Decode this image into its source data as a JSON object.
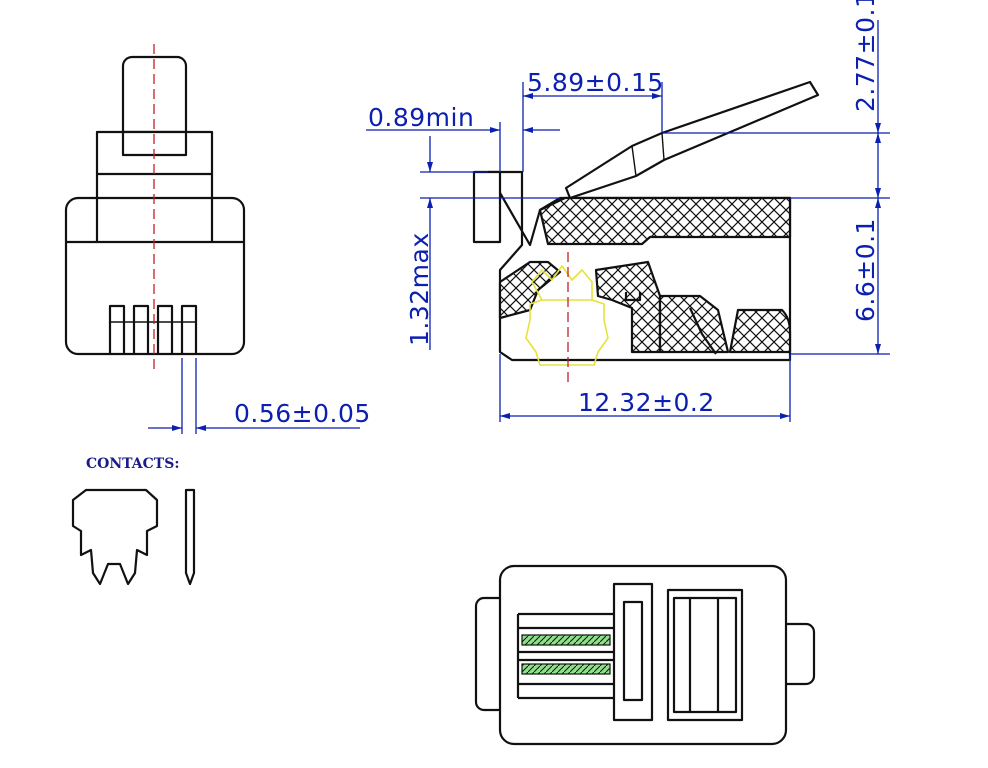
{
  "dimensions": {
    "top_width": "5.89±0.15",
    "min_gap": "0.89min",
    "right_upper": "2.77±0.1",
    "right_lower": "6.6±0.1",
    "left_vertical": "1.32max",
    "bottom_length": "12.32±0.2",
    "pin_width": "0.56±0.05"
  },
  "labels": {
    "contacts": "CONTACTS:"
  },
  "colors": {
    "dimension": "#0b1fb0",
    "outline": "#111111",
    "centerline": "#c0202a",
    "contact_highlight": "#e7e23a",
    "pad_fill": "#8fe08a"
  }
}
